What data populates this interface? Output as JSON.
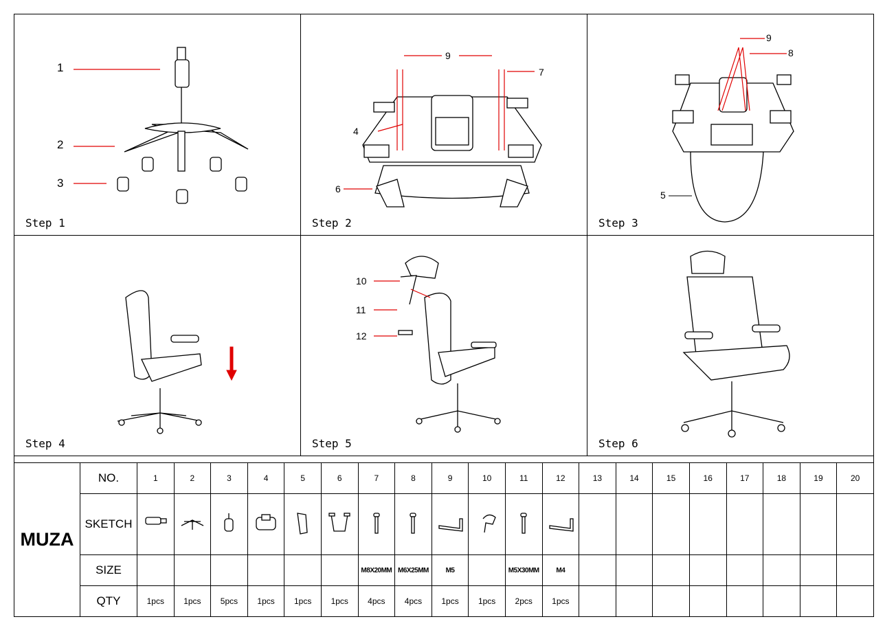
{
  "steps": [
    {
      "label": "Step 1",
      "callouts": [
        "1",
        "2",
        "3"
      ]
    },
    {
      "label": "Step 2",
      "callouts": [
        "9",
        "7",
        "4",
        "6"
      ]
    },
    {
      "label": "Step 3",
      "callouts": [
        "9",
        "8",
        "5"
      ]
    },
    {
      "label": "Step 4",
      "callouts": []
    },
    {
      "label": "Step 5",
      "callouts": [
        "10",
        "11",
        "12"
      ]
    },
    {
      "label": "Step 6",
      "callouts": []
    }
  ],
  "parts_table": {
    "brand": "MUZA",
    "row_headers": [
      "NO.",
      "SKETCH",
      "SIZE",
      "QTY"
    ],
    "numbers": [
      "1",
      "2",
      "3",
      "4",
      "5",
      "6",
      "7",
      "8",
      "9",
      "10",
      "11",
      "12",
      "13",
      "14",
      "15",
      "16",
      "17",
      "18",
      "19",
      "20"
    ],
    "sketches": [
      "gas-lift",
      "base",
      "caster",
      "mechanism",
      "backrest",
      "armrest-bracket",
      "bolt",
      "bolt",
      "allen-key",
      "headrest",
      "bolt",
      "allen-key"
    ],
    "sizes": [
      "",
      "",
      "",
      "",
      "",
      "",
      "M8X20MM",
      "M6X25MM",
      "M5",
      "",
      "M5X30MM",
      "M4",
      "",
      "",
      "",
      "",
      "",
      "",
      "",
      ""
    ],
    "qty": [
      "1pcs",
      "1pcs",
      "5pcs",
      "1pcs",
      "1pcs",
      "1pcs",
      "4pcs",
      "4pcs",
      "1pcs",
      "1pcs",
      "2pcs",
      "1pcs",
      "",
      "",
      "",
      "",
      "",
      "",
      "",
      ""
    ]
  },
  "colors": {
    "callout_line": "#e00000",
    "ink": "#000000"
  }
}
